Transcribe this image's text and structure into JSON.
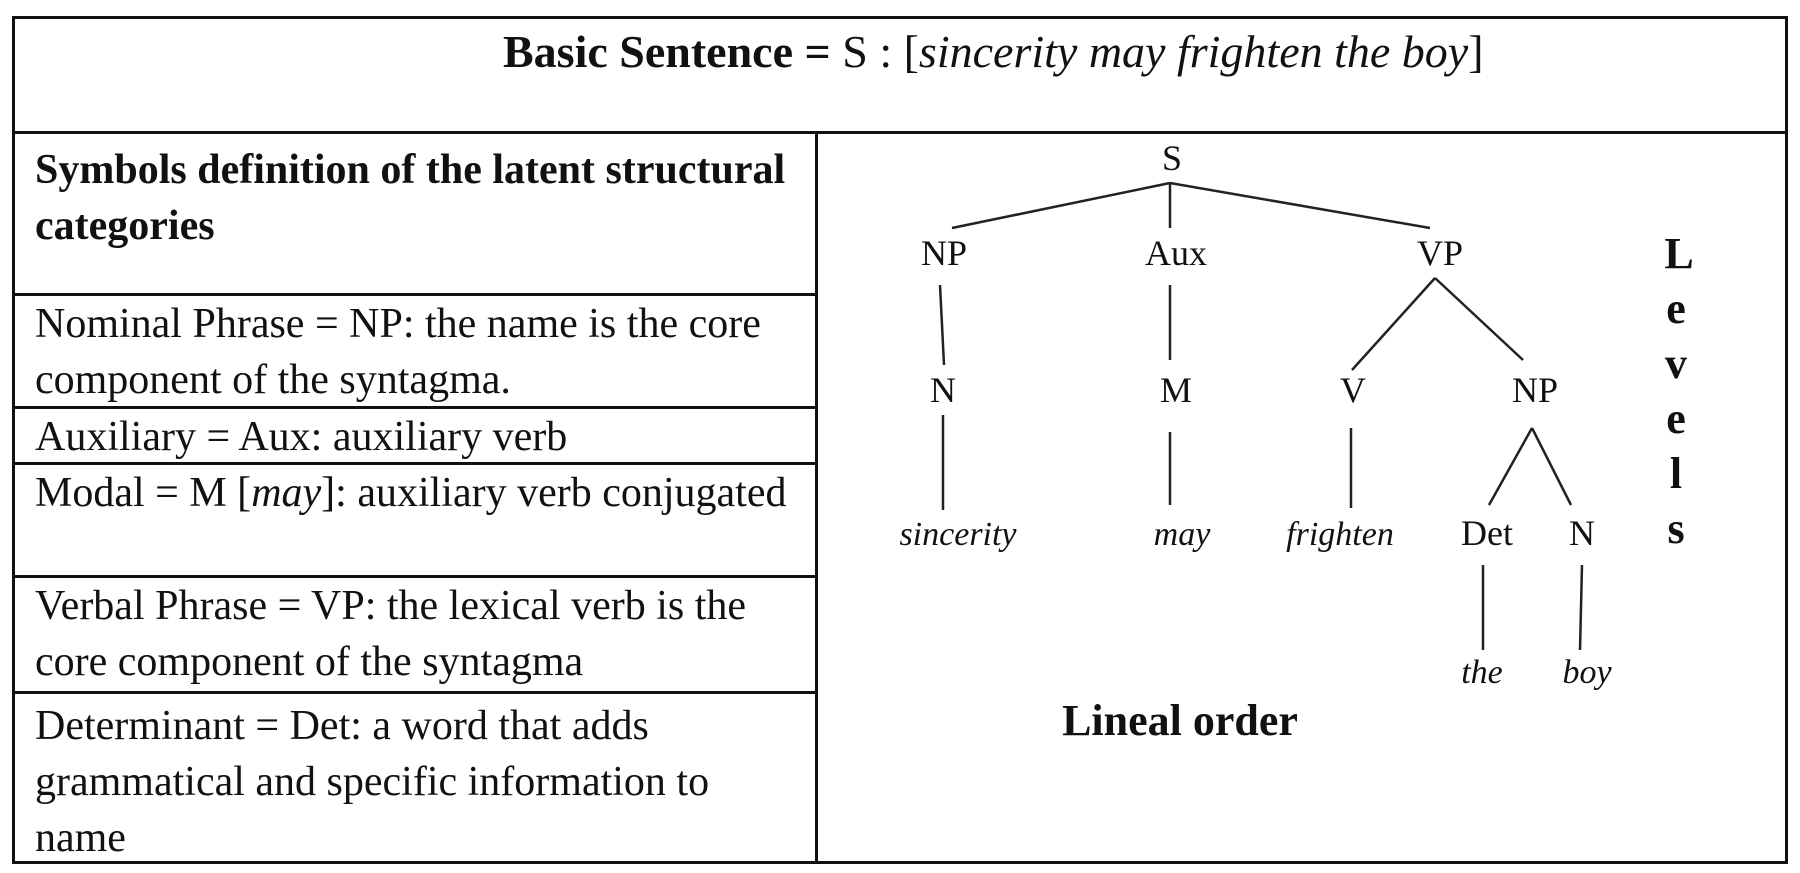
{
  "title": {
    "basic_sentence": "Basic  Sentence = ",
    "s_prefix": "S : [",
    "sentence": "sincerity may frighten the boy",
    "close": "]"
  },
  "left_table": {
    "header": "Symbols definition of the latent structural  categories",
    "rows": [
      {
        "text": "Nominal Phrase = NP: the name is the core component of the syntagma."
      },
      {
        "text": "Auxiliary = Aux:  auxiliary verb"
      },
      {
        "pre": "Modal = M [",
        "italic": "may",
        "post": "]: auxiliary verb conjugated"
      },
      {
        "text": "Verbal Phrase = VP: the lexical verb is the core component of the syntagma"
      },
      {
        "text": "Determinant = Det: a word that adds grammatical and specific information to name"
      }
    ]
  },
  "tree": {
    "root": "S",
    "level1": [
      "NP",
      "Aux",
      "VP"
    ],
    "level2": [
      "N",
      "M",
      "V",
      "NP"
    ],
    "level3": [
      "sincerity",
      "may",
      "frighten",
      "Det",
      "N"
    ],
    "level4": [
      "the",
      "boy"
    ],
    "levels_label": [
      "L",
      "e",
      "v",
      "e",
      "l",
      "s"
    ],
    "lineal_order_label": "Lineal order"
  }
}
